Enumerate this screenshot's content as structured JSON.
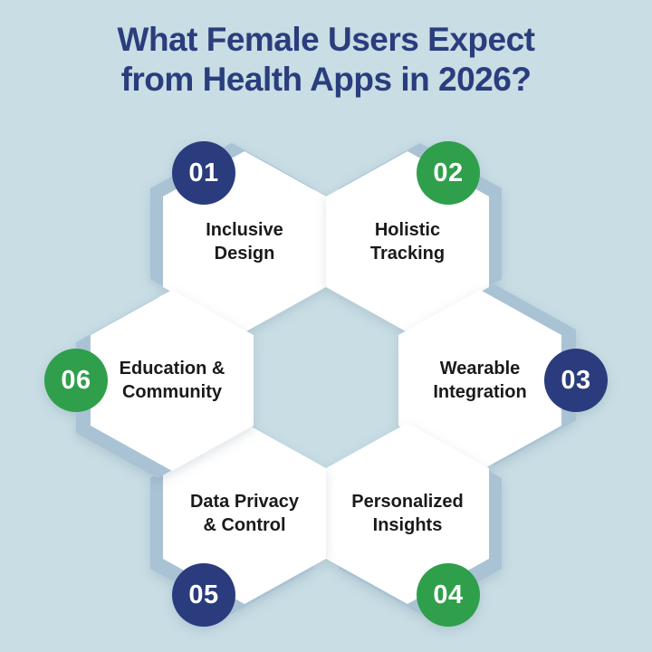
{
  "title": {
    "line1": "What Female Users Expect",
    "line2": "from Health Apps in 2026?"
  },
  "colors": {
    "background": "#c8dde4",
    "navy": "#2a3c7d",
    "green": "#2f9f4b",
    "shadow_hexagon": "#a9c3d5",
    "title_text": "#2a3d7c",
    "label_text": "#1a1a1a",
    "hexagon_fill": "#ffffff",
    "badge_number_text": "#ffffff"
  },
  "items": [
    {
      "number": "01",
      "label": "Inclusive\nDesign",
      "badge_color": "#2a3c7d"
    },
    {
      "number": "02",
      "label": "Holistic\nTracking",
      "badge_color": "#2f9f4b"
    },
    {
      "number": "03",
      "label": "Wearable\nIntegration",
      "badge_color": "#2a3c7d"
    },
    {
      "number": "04",
      "label": "Personalized\nInsights",
      "badge_color": "#2f9f4b"
    },
    {
      "number": "05",
      "label": "Data Privacy\n& Control",
      "badge_color": "#2a3c7d"
    },
    {
      "number": "06",
      "label": "Education &\nCommunity",
      "badge_color": "#2f9f4b"
    }
  ]
}
